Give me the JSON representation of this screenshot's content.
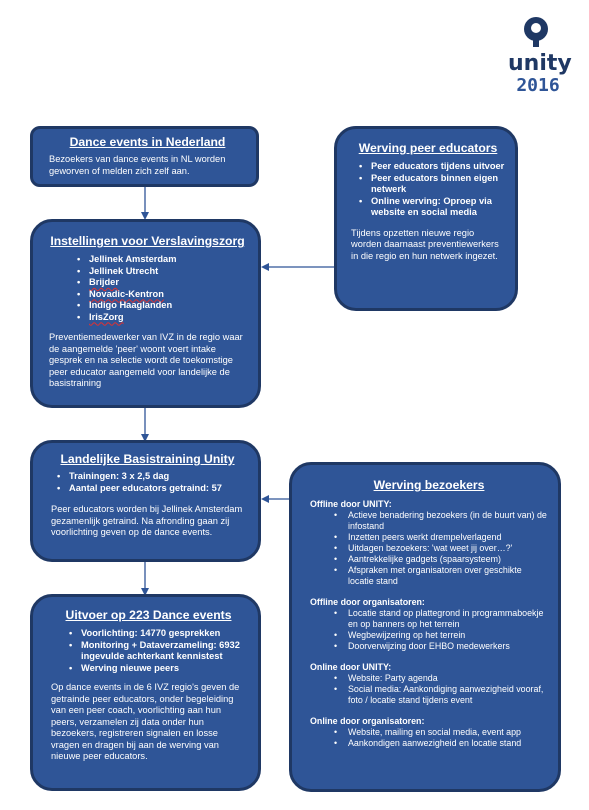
{
  "logo": {
    "word": "unity",
    "year": "2016"
  },
  "colors": {
    "box_fill": "#2f5597",
    "box_border": "#1f3864",
    "arrow": "#2f5597",
    "logo_dark": "#1f3864"
  },
  "dance_events": {
    "title": "Dance events in Nederland",
    "text": "Bezoekers van dance events in NL worden geworven of melden zich zelf aan."
  },
  "instellingen": {
    "title": "Instellingen voor Verslavingszorg",
    "items": [
      "Jellinek Amsterdam",
      "Jellinek Utrecht",
      "Brijder",
      "Novadic-Kentron",
      "Indigo Haaglanden",
      "IrisZorg"
    ],
    "text": "Preventiemedewerker van IVZ in de regio waar de aangemelde 'peer' woont voert intake gesprek en na selectie wordt de toekomstige peer educator aangemeld voor landelijke de basistraining"
  },
  "basistraining": {
    "title": "Landelijke Basistraining Unity",
    "items": [
      "Trainingen: 3 x 2,5 dag",
      "Aantal peer educators getraind: 57"
    ],
    "text": "Peer educators worden bij Jellinek Amsterdam gezamenlijk getraind. Na afronding gaan zij voorlichting geven op de dance events."
  },
  "uitvoer": {
    "title": "Uitvoer op 223 Dance events",
    "items": [
      "Voorlichting: 14770 gesprekken",
      "Monitoring + Dataverzameling: 6932 ingevulde achterkant kennistest",
      "Werving nieuwe peers"
    ],
    "text": "Op dance events in de 6 IVZ regio's geven de getrainde peer educators, onder begeleiding van een peer coach, voorlichting aan hun peers, verzamelen zij data onder hun bezoekers, registreren signalen en losse vragen en dragen bij aan de werving van nieuwe peer educators."
  },
  "werving_peer": {
    "title": "Werving peer educators",
    "items": [
      "Peer educators tijdens uitvoer",
      "Peer educators binnen eigen netwerk",
      "Online werving: Oproep via website en social media"
    ],
    "text": "Tijdens opzetten nieuwe regio worden  daarnaast preventiewerkers in die regio en hun netwerk ingezet."
  },
  "werving_bezoekers": {
    "title": "Werving bezoekers",
    "sections": [
      {
        "heading": "Offline door UNITY:",
        "items": [
          "Actieve benadering bezoekers (in de buurt van) de infostand",
          "Inzetten peers werkt drempelverlagend",
          "Uitdagen bezoekers: 'wat weet jij over…?'",
          "Aantrekkelijke gadgets (spaarsysteem)",
          "Afspraken met organisatoren over geschikte locatie stand"
        ]
      },
      {
        "heading": "Offline door organisatoren:",
        "items": [
          "Locatie stand op plattegrond in programmaboekje en op banners op het terrein",
          "Wegbewijzering op het terrein",
          "Doorverwijzing door EHBO medewerkers"
        ]
      },
      {
        "heading": "Online door UNITY:",
        "items": [
          "Website: Party agenda",
          "Social media:  Aankondiging aanwezigheid vooraf, foto / locatie stand tijdens event"
        ]
      },
      {
        "heading": "Online door organisatoren:",
        "items": [
          "Website, mailing en social media, event app",
          "Aankondigen aanwezigheid en locatie stand"
        ]
      }
    ]
  }
}
